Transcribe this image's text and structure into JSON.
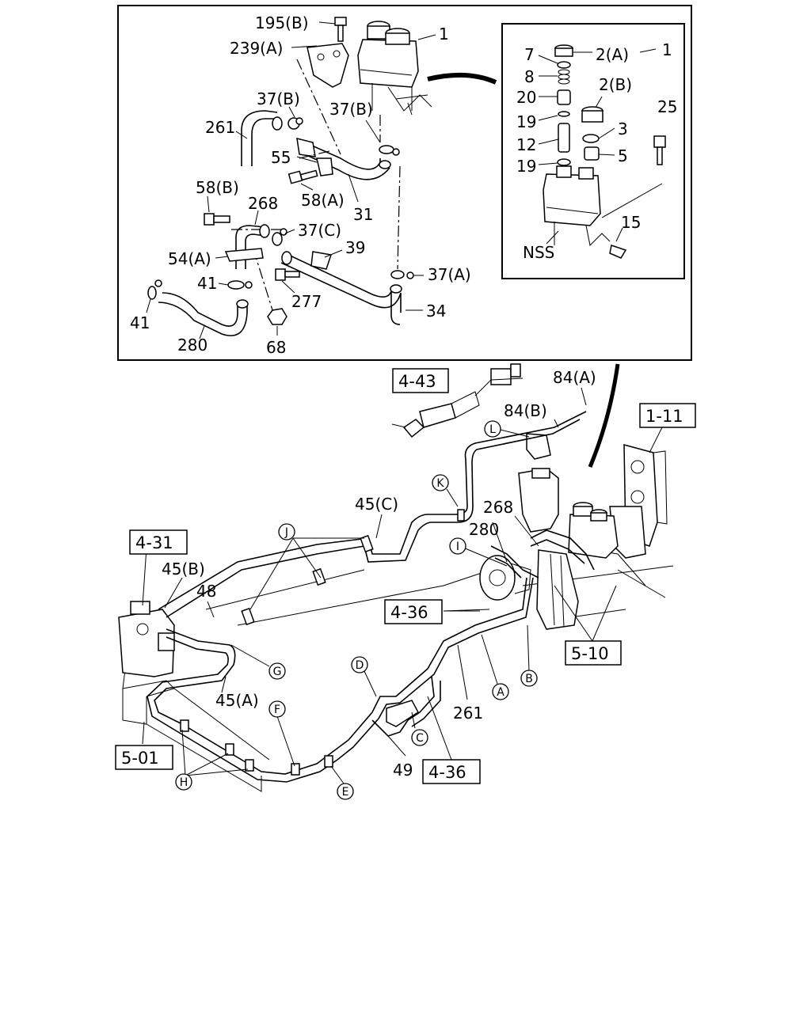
{
  "callouts_top": {
    "c195b": "195(B)",
    "c239a": "239(A)",
    "c1": "1",
    "c37b_1": "37(B)",
    "c37b_2": "37(B)",
    "c261": "261",
    "c55": "55",
    "c58a": "58(A)",
    "c31": "31",
    "c58b": "58(B)",
    "c268": "268",
    "c37c": "37(C)",
    "c54a": "54(A)",
    "c39": "39",
    "c37a": "37(A)",
    "c41a": "41",
    "c41b": "41",
    "c277": "277",
    "c34": "34",
    "c280": "280",
    "c68": "68"
  },
  "callouts_inset": {
    "c7": "7",
    "c2a": "2(A)",
    "c1": "1",
    "c8": "8",
    "c2b": "2(B)",
    "c20": "20",
    "c25": "25",
    "c19a": "19",
    "c3": "3",
    "c12": "12",
    "c5": "5",
    "c19b": "19",
    "c15": "15",
    "nss": "NSS"
  },
  "callouts_bottom": {
    "c84a": "84(A)",
    "c84b": "84(B)",
    "c45c": "45(C)",
    "c268": "268",
    "c280": "280",
    "c45b": "45(B)",
    "c48": "48",
    "c45a": "45(A)",
    "c261": "261",
    "c49": "49"
  },
  "ref_boxes": {
    "r4_43": "4-43",
    "r1_11": "1-11",
    "r4_31": "4-31",
    "r4_36a": "4-36",
    "r5_10": "5-10",
    "r5_01": "5-01",
    "r4_36b": "4-36"
  },
  "letters": {
    "L": "L",
    "K": "K",
    "J": "J",
    "I": "I",
    "G": "G",
    "D": "D",
    "B": "B",
    "A": "A",
    "F": "F",
    "C": "C",
    "H": "H",
    "E": "E"
  }
}
